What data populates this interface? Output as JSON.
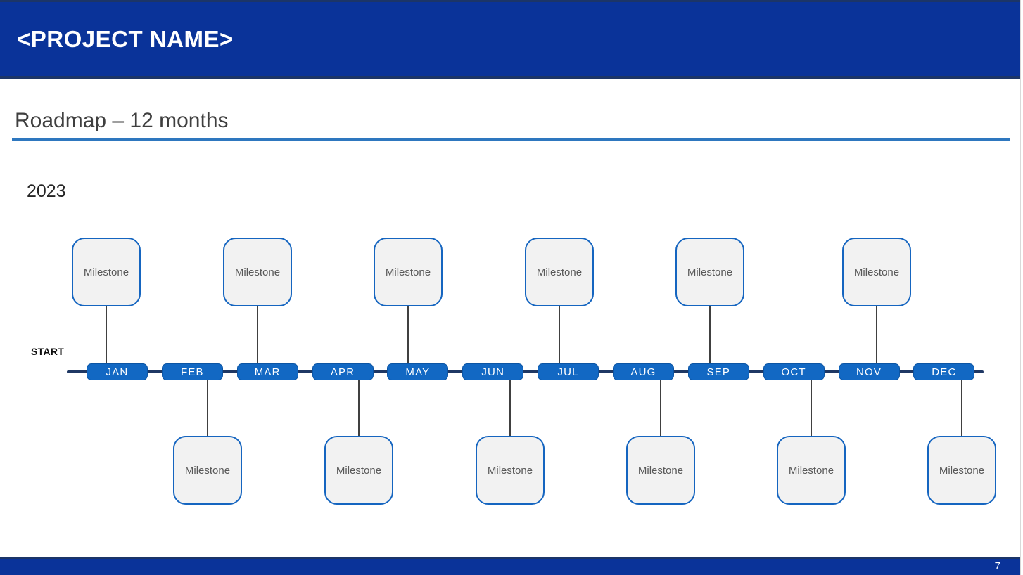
{
  "header": {
    "project_name": "<PROJECT NAME>"
  },
  "title": {
    "text": "Roadmap – 12 months"
  },
  "timeline": {
    "year": "2023",
    "start_label": "START",
    "months": [
      {
        "label": "JAN",
        "milestone": "Milestone",
        "milestone_position": "above"
      },
      {
        "label": "FEB",
        "milestone": "Milestone",
        "milestone_position": "below"
      },
      {
        "label": "MAR",
        "milestone": "Milestone",
        "milestone_position": "above"
      },
      {
        "label": "APR",
        "milestone": "Milestone",
        "milestone_position": "below"
      },
      {
        "label": "MAY",
        "milestone": "Milestone",
        "milestone_position": "above"
      },
      {
        "label": "JUN",
        "milestone": "Milestone",
        "milestone_position": "below"
      },
      {
        "label": "JUL",
        "milestone": "Milestone",
        "milestone_position": "above"
      },
      {
        "label": "AUG",
        "milestone": "Milestone",
        "milestone_position": "below"
      },
      {
        "label": "SEP",
        "milestone": "Milestone",
        "milestone_position": "above"
      },
      {
        "label": "OCT",
        "milestone": "Milestone",
        "milestone_position": "below"
      },
      {
        "label": "NOV",
        "milestone": "Milestone",
        "milestone_position": "above"
      },
      {
        "label": "DEC",
        "milestone": "Milestone",
        "milestone_position": "below"
      }
    ]
  },
  "footer": {
    "page_number": "7"
  },
  "colors": {
    "brand_blue": "#0A3399",
    "brand_blue_edge": "#1C3568",
    "title_underline": "#2E77BF",
    "timeline_line": "#1F3864",
    "month_pill_fill": "#1268C3",
    "month_pill_border": "#0C55A4",
    "milestone_fill": "#F2F2F2",
    "milestone_border": "#1565C0",
    "connector": "#404040"
  }
}
